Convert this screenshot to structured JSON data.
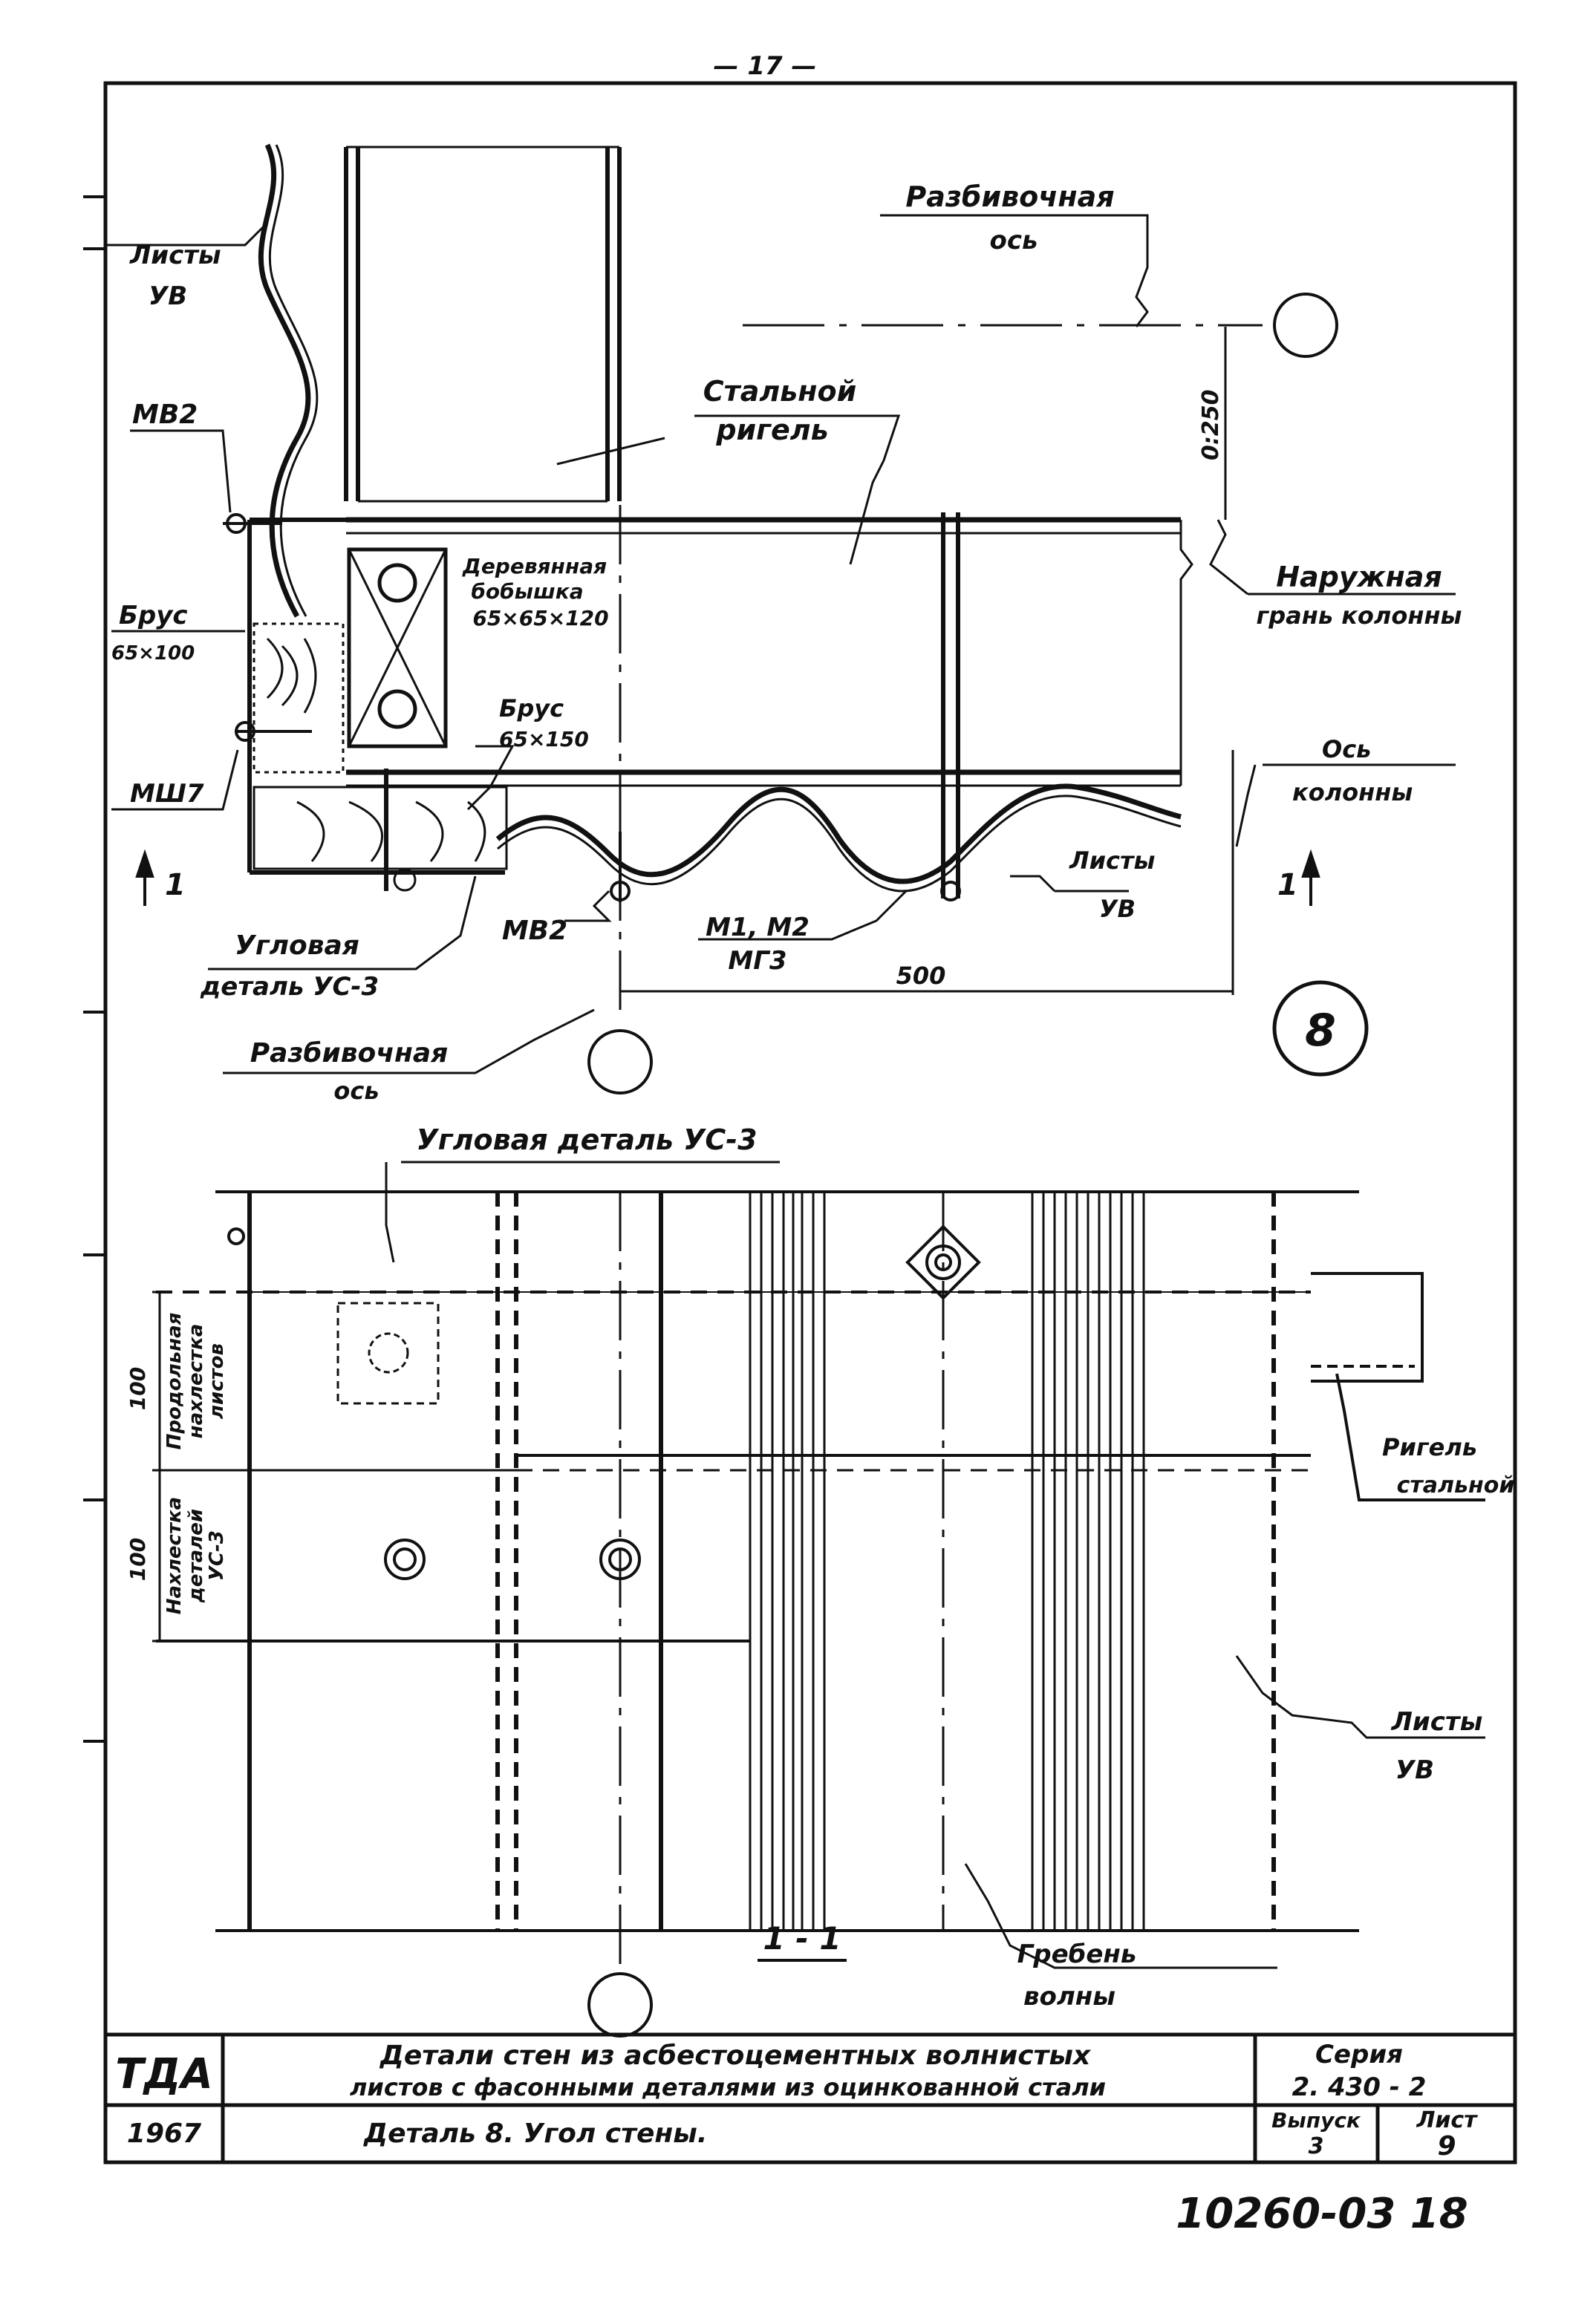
{
  "page_number": "— 17 —",
  "labels": {
    "razb_os_top_1": "Разбивочная",
    "razb_os_top_2": "ось",
    "listy_uv_1": "Листы",
    "listy_uv_2": "УВ",
    "mv2_top": "МВ2",
    "stalnoy_1": "Стальной",
    "stalnoy_2": "ригель",
    "dim_0250": "0:250",
    "naruzh_1": "Наружная",
    "naruzh_2": "грань колонны",
    "derev_1": "Деревянная",
    "derev_2": "бобышка",
    "derev_3": "65×65×120",
    "brus_left_1": "Брус",
    "brus_left_2": "65×100",
    "brus_mid_1": "Брус",
    "brus_mid_2": "65×150",
    "mshz": "МШ7",
    "os_kol_1": "Ось",
    "os_kol_2": "колонны",
    "listy_uv_mid_1": "Листы",
    "listy_uv_mid_2": "УВ",
    "sec_left": "1",
    "sec_right": "1",
    "ugl_1": "Угловая",
    "ugl_2": "деталь УС-3",
    "mv2_bot": "МВ2",
    "m1m2": "М1, М2",
    "mg3": "МГ3",
    "dim_500": "500",
    "razb_os_bot_1": "Разбивочная",
    "razb_os_bot_2": "ось",
    "detail_mark": "8",
    "ugl_det_us3": "Угловая деталь УС-3",
    "prod_nahl_1": "Продольная",
    "prod_nahl_2": "нахлестка",
    "prod_nahl_3": "листов",
    "nahl_det_1": "Нахлестка",
    "nahl_det_2": "деталей",
    "nahl_det_3": "УС-3",
    "dim_100_a": "100",
    "dim_100_b": "100",
    "rigel_st_1": "Ригель",
    "rigel_st_2": "стальной",
    "listy_uv_low_1": "Листы",
    "listy_uv_low_2": "УВ",
    "section_title": "1 - 1",
    "greb_1": "Гребень",
    "greb_2": "волны"
  },
  "title_block": {
    "org": "ТДА",
    "title_line1": "Детали стен из асбестоцементных волнистых",
    "title_line2": "листов с фасонными деталями из оцинкованной стали",
    "series_label": "Серия",
    "series_value": "2. 430 - 2",
    "year": "1967",
    "subtitle": "Деталь 8.   Угол стены.",
    "issue_label": "Выпуск",
    "issue_value": "3",
    "sheet_label": "Лист",
    "sheet_value": "9"
  },
  "archive_number": "10260-03 18"
}
